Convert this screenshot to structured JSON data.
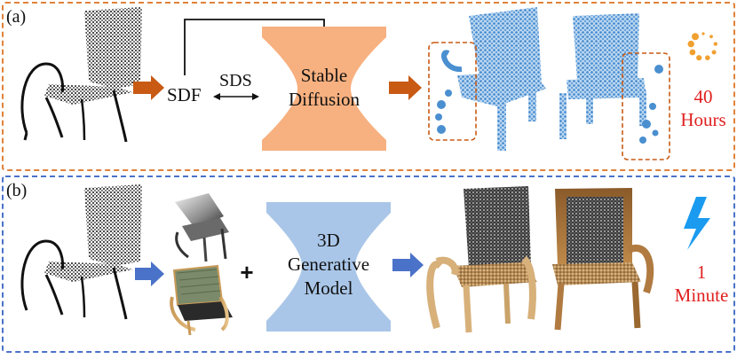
{
  "panel_a": {
    "label": "(a)",
    "sdf_label": "SDF",
    "sds_label": "SDS",
    "block_line1": "Stable",
    "block_line2": "Diffusion",
    "time_value": "40",
    "time_unit": "Hours",
    "border_color": "#e0823a",
    "arrow_color": "#c85a14",
    "block_color": "#f7b07f"
  },
  "panel_b": {
    "label": "(b)",
    "plus": "+",
    "block_line1": "3D",
    "block_line2": "Generative",
    "block_line3": "Model",
    "time_value": "1",
    "time_unit": "Minute",
    "border_color": "#4a72c8",
    "arrow_color": "#4a72c8",
    "block_color": "#a9c6e8"
  },
  "icons": {
    "loading": "loading-spinner-icon",
    "speed": "lightning-bolt-icon"
  },
  "accent_red": "#e02020",
  "pointcloud_blue": "#4a8fd0"
}
